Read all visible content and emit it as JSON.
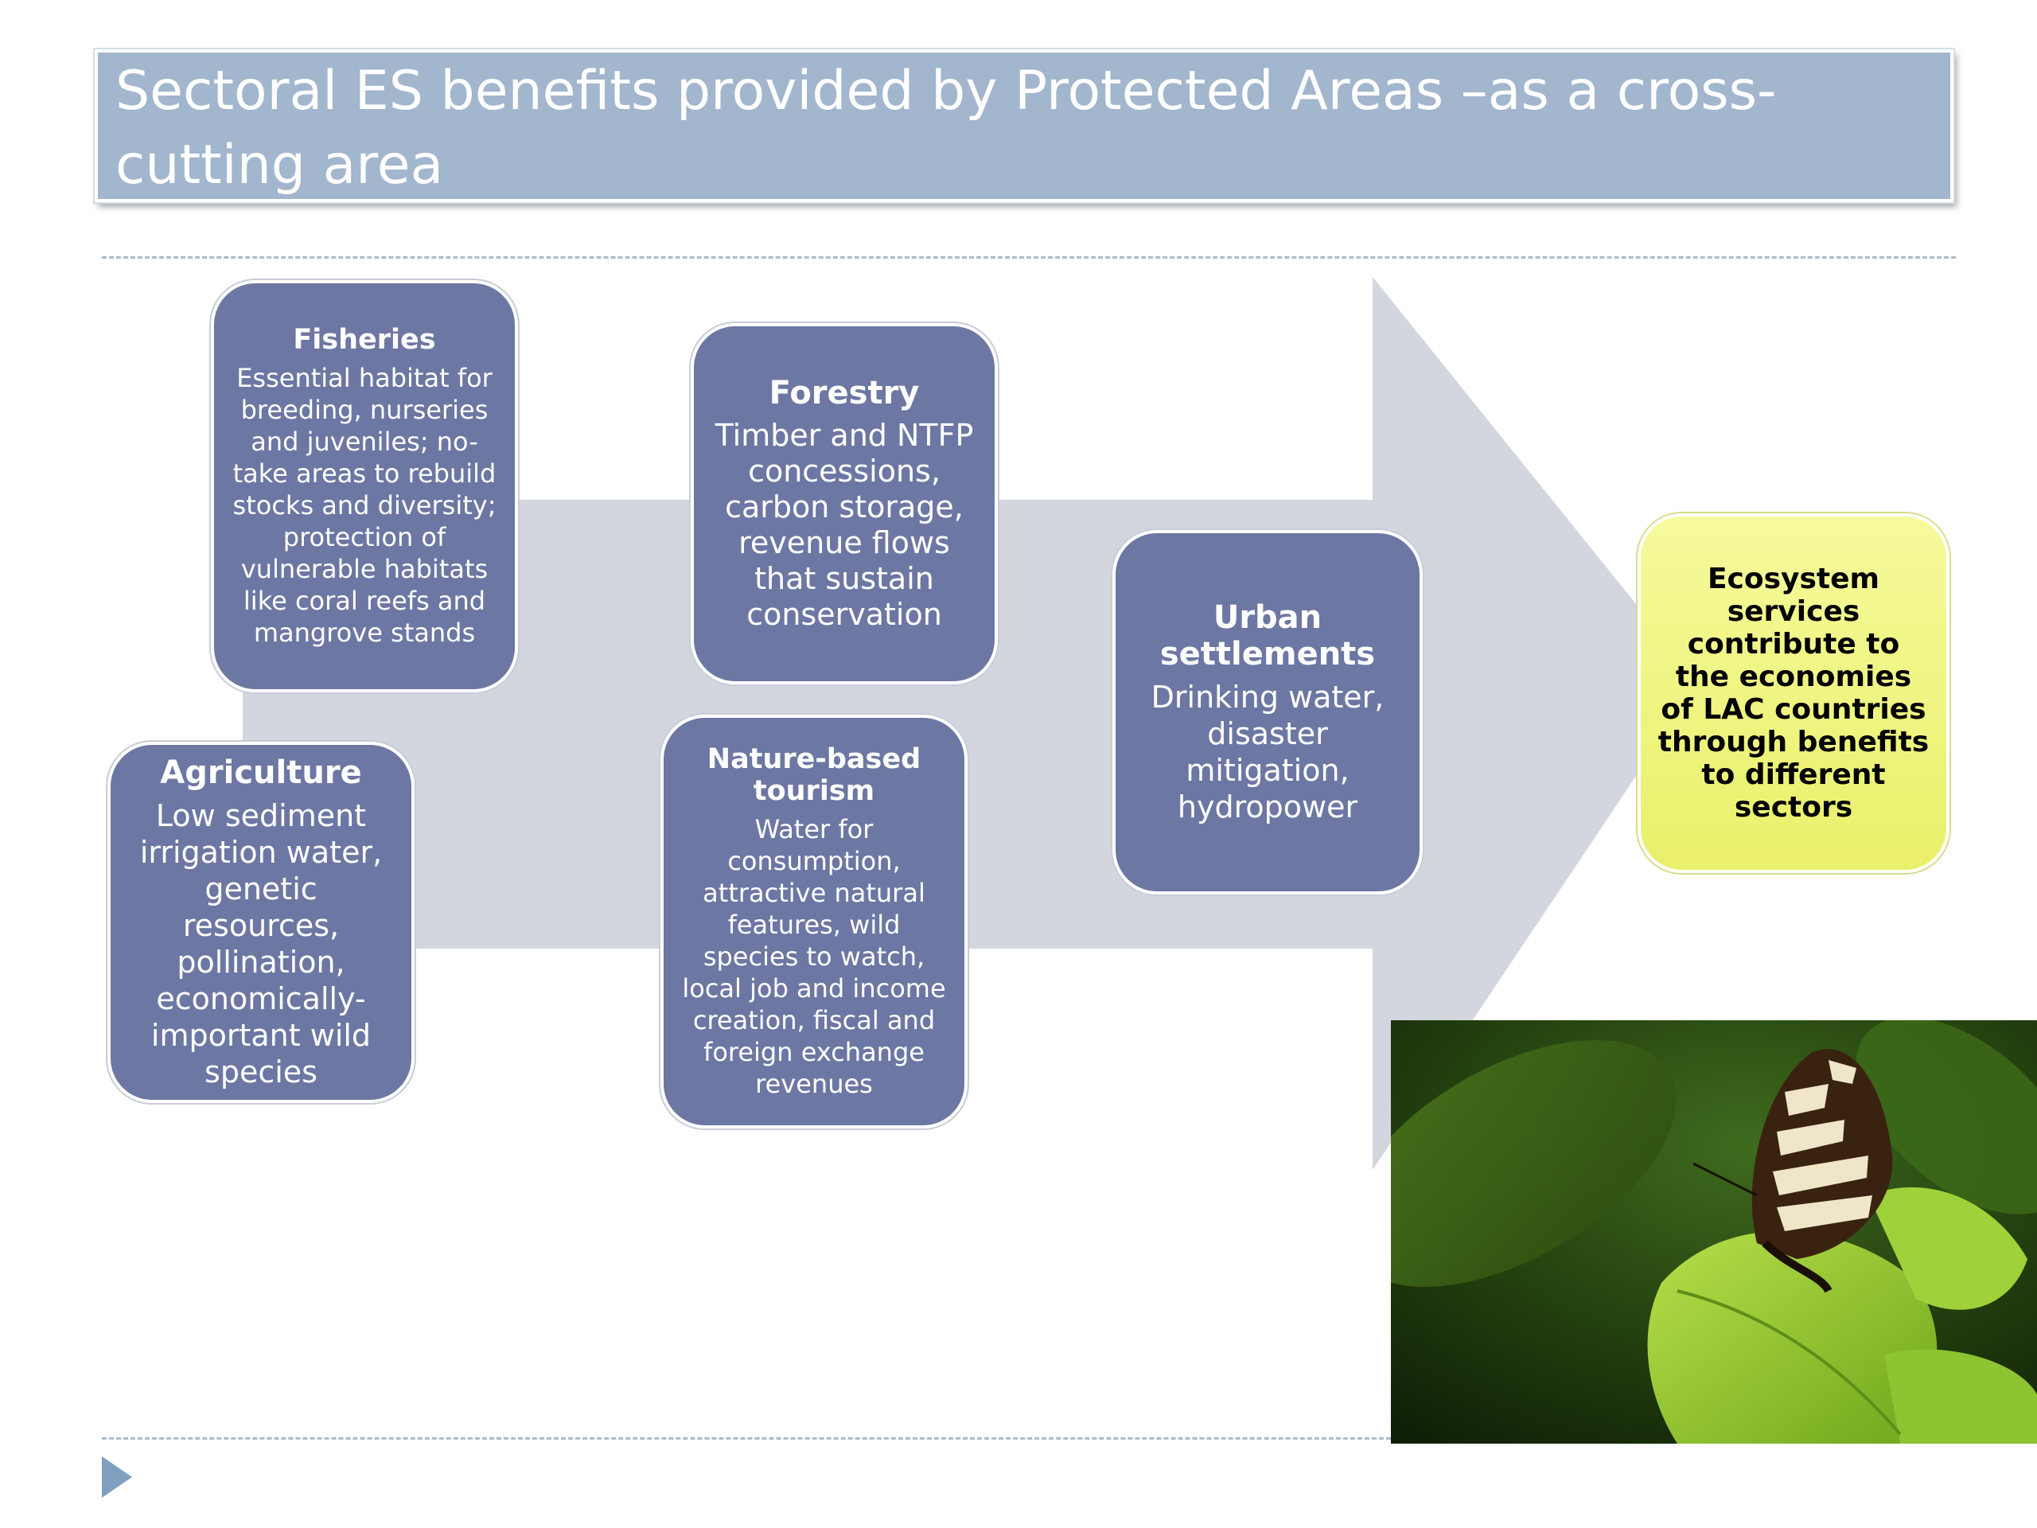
{
  "slide": {
    "title": "Sectoral ES benefits provided by Protected Areas –as a cross-cutting area"
  },
  "boxes": {
    "fisheries": {
      "title": "Fisheries",
      "body": "Essential habitat  for breeding, nurseries and juveniles; no-take areas to rebuild stocks and diversity; protection of vulnerable habitats like coral reefs and mangrove stands"
    },
    "forestry": {
      "title": "Forestry",
      "body": "Timber and NTFP concessions, carbon storage, revenue flows that sustain conservation"
    },
    "urban": {
      "title": "Urban settlements",
      "body": "Drinking water, disaster mitigation, hydropower"
    },
    "agriculture": {
      "title": "Agriculture",
      "body": "Low sediment irrigation water, genetic resources, pollination, economically-important wild species"
    },
    "tourism": {
      "title": "Nature-based tourism",
      "body": "Water for consumption, attractive natural features, wild species to watch, local job and income creation, fiscal and foreign exchange revenues"
    }
  },
  "result": {
    "text": "Ecosystem services contribute to the economies of LAC countries through benefits to different sectors"
  },
  "photo": {
    "subject": "butterfly on green leaf"
  },
  "colors": {
    "title_bar": "#a2b6cd",
    "sector_box": "#6d77a3",
    "result_box": "#eef27a",
    "arrow": "#d3d6df",
    "accent": "#7f9fc0"
  },
  "icons": {
    "bullet": "triangle-bullet-icon"
  }
}
